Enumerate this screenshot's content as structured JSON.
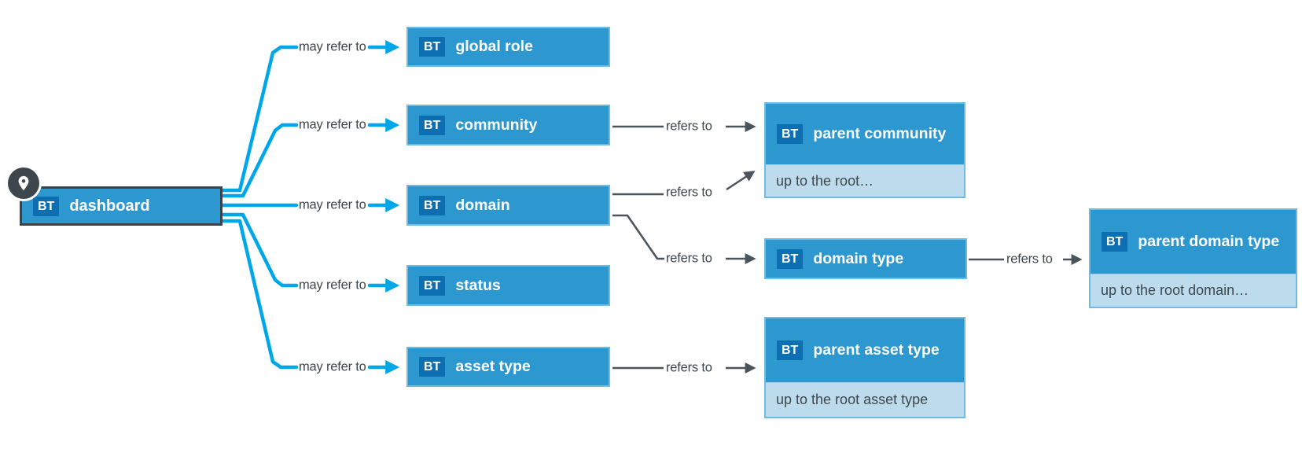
{
  "diagram": {
    "nodes": {
      "dashboard": {
        "badge": "BT",
        "label": "dashboard"
      },
      "global_role": {
        "badge": "BT",
        "label": "global role"
      },
      "community": {
        "badge": "BT",
        "label": "community"
      },
      "domain": {
        "badge": "BT",
        "label": "domain"
      },
      "status": {
        "badge": "BT",
        "label": "status"
      },
      "asset_type": {
        "badge": "BT",
        "label": "asset type"
      },
      "parent_community": {
        "badge": "BT",
        "label": "parent community",
        "note": "up to the root…"
      },
      "domain_type": {
        "badge": "BT",
        "label": "domain type"
      },
      "parent_domain_type": {
        "badge": "BT",
        "label": "parent domain type",
        "note": "up to the root domain…"
      },
      "parent_asset_type": {
        "badge": "BT",
        "label": "parent asset type",
        "note": "up to the root asset type"
      }
    },
    "edge_labels": {
      "may_refer_to": "may refer to",
      "refers_to": "refers to"
    },
    "colors": {
      "node_fill": "#2d97d0",
      "badge_fill": "#0d6fb2",
      "node_border": "#6cbce6",
      "note_fill": "#bcdcee",
      "note_text": "#3f474d",
      "cyan_edge": "#00a7e8",
      "gray_edge": "#4b545a",
      "dashboard_border": "#3a424a",
      "pin_circle": "#3d464d"
    }
  }
}
